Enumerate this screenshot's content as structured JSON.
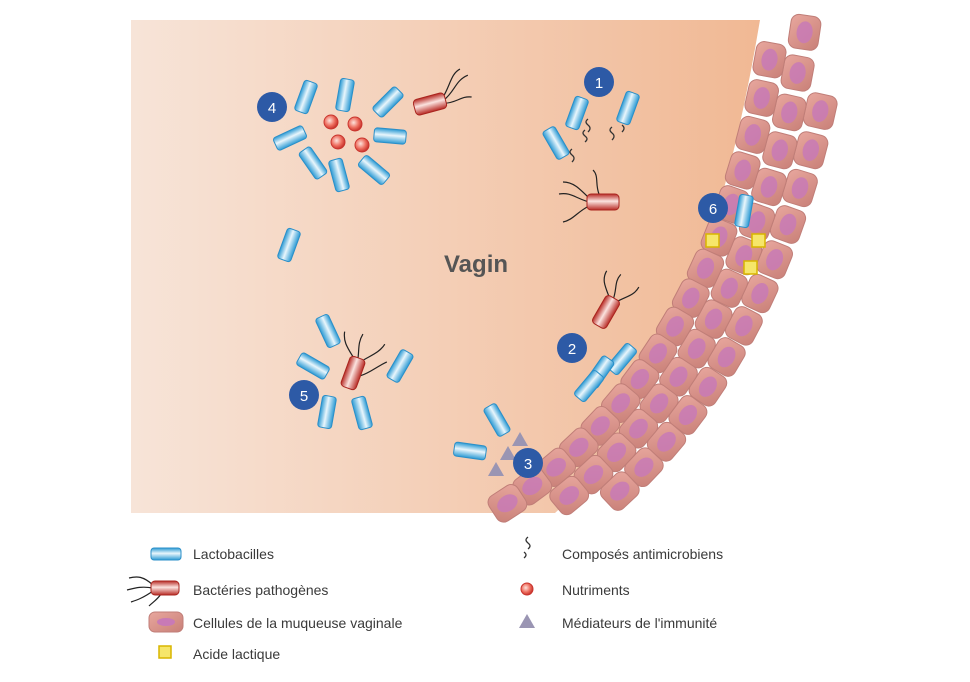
{
  "diagram": {
    "center_label": "Vagin",
    "badges": [
      "1",
      "2",
      "3",
      "4",
      "5",
      "6"
    ]
  },
  "legend": {
    "items": [
      {
        "key": "lactobacilli",
        "label": "Lactobacilles",
        "icon": "lactobacillus-icon"
      },
      {
        "key": "pathogens",
        "label": "Bactéries pathogènes",
        "icon": "pathogen-bacterium-icon"
      },
      {
        "key": "mucosa_cells",
        "label": "Cellules de la muqueuse vaginale",
        "icon": "mucosa-cell-icon"
      },
      {
        "key": "lactic_acid",
        "label": "Acide lactique",
        "icon": "lactic-acid-icon"
      },
      {
        "key": "antimicrobials",
        "label": "Composés antimicrobiens",
        "icon": "antimicrobial-compound-icon"
      },
      {
        "key": "nutrients",
        "label": "Nutriments",
        "icon": "nutrient-icon"
      },
      {
        "key": "immune_mediators",
        "label": "Médiateurs de l'immunité",
        "icon": "immune-mediator-icon"
      }
    ]
  },
  "colors": {
    "background_light": "#f6e3d6",
    "background_dark": "#f0b48d",
    "lactobacillus": "#3aa7dc",
    "pathogen": "#c9352e",
    "cell_fill": "#d9958f",
    "cell_nucleus": "#c87ab6",
    "badge": "#2d5aa6",
    "lactic_acid": "#f4e24a",
    "nutrient": "#e0564a",
    "immune_mediator": "#9a95b3"
  }
}
